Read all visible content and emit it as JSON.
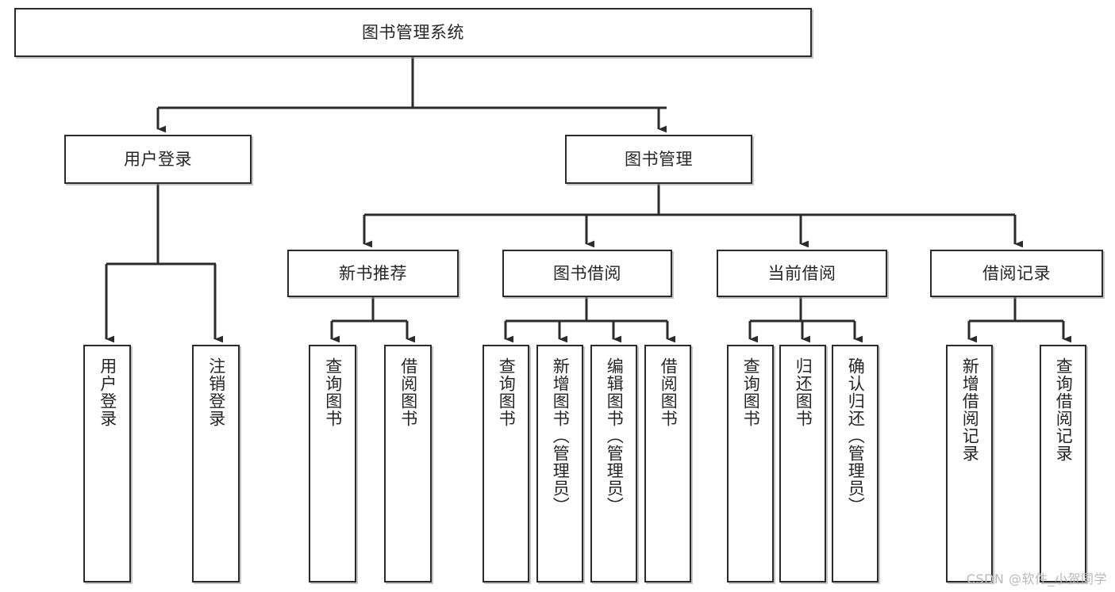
{
  "diagram": {
    "title": "图书管理系统",
    "type": "tree",
    "orientation": "top-down",
    "colors": {
      "box_border": "#2b2b2b",
      "box_fill": "#ffffff",
      "connector": "#2b2b2b",
      "text": "#262626",
      "watermark": "#b9b9b9",
      "background": "#ffffff"
    },
    "root": {
      "label": "图书管理系统"
    },
    "level2": [
      {
        "label": "用户登录"
      },
      {
        "label": "图书管理"
      }
    ],
    "level3": [
      {
        "label": "新书推荐"
      },
      {
        "label": "图书借阅"
      },
      {
        "label": "当前借阅"
      },
      {
        "label": "借阅记录"
      }
    ],
    "leaves": {
      "user_login": [
        {
          "label": "用户登录"
        },
        {
          "label": "注销登录"
        }
      ],
      "new_book_recommend": [
        {
          "label": "查询图书"
        },
        {
          "label": "借阅图书"
        }
      ],
      "book_borrow": [
        {
          "label": "查询图书"
        },
        {
          "label": "新增图书（管理员）"
        },
        {
          "label": "编辑图书（管理员）"
        },
        {
          "label": "借阅图书"
        }
      ],
      "current_borrow": [
        {
          "label": "查询图书"
        },
        {
          "label": "归还图书"
        },
        {
          "label": "确认归还（管理员）"
        }
      ],
      "borrow_record": [
        {
          "label": "新增借阅记录"
        },
        {
          "label": "查询借阅记录"
        }
      ]
    }
  },
  "watermark": {
    "text": "CSDN @软件_小贺同学"
  }
}
